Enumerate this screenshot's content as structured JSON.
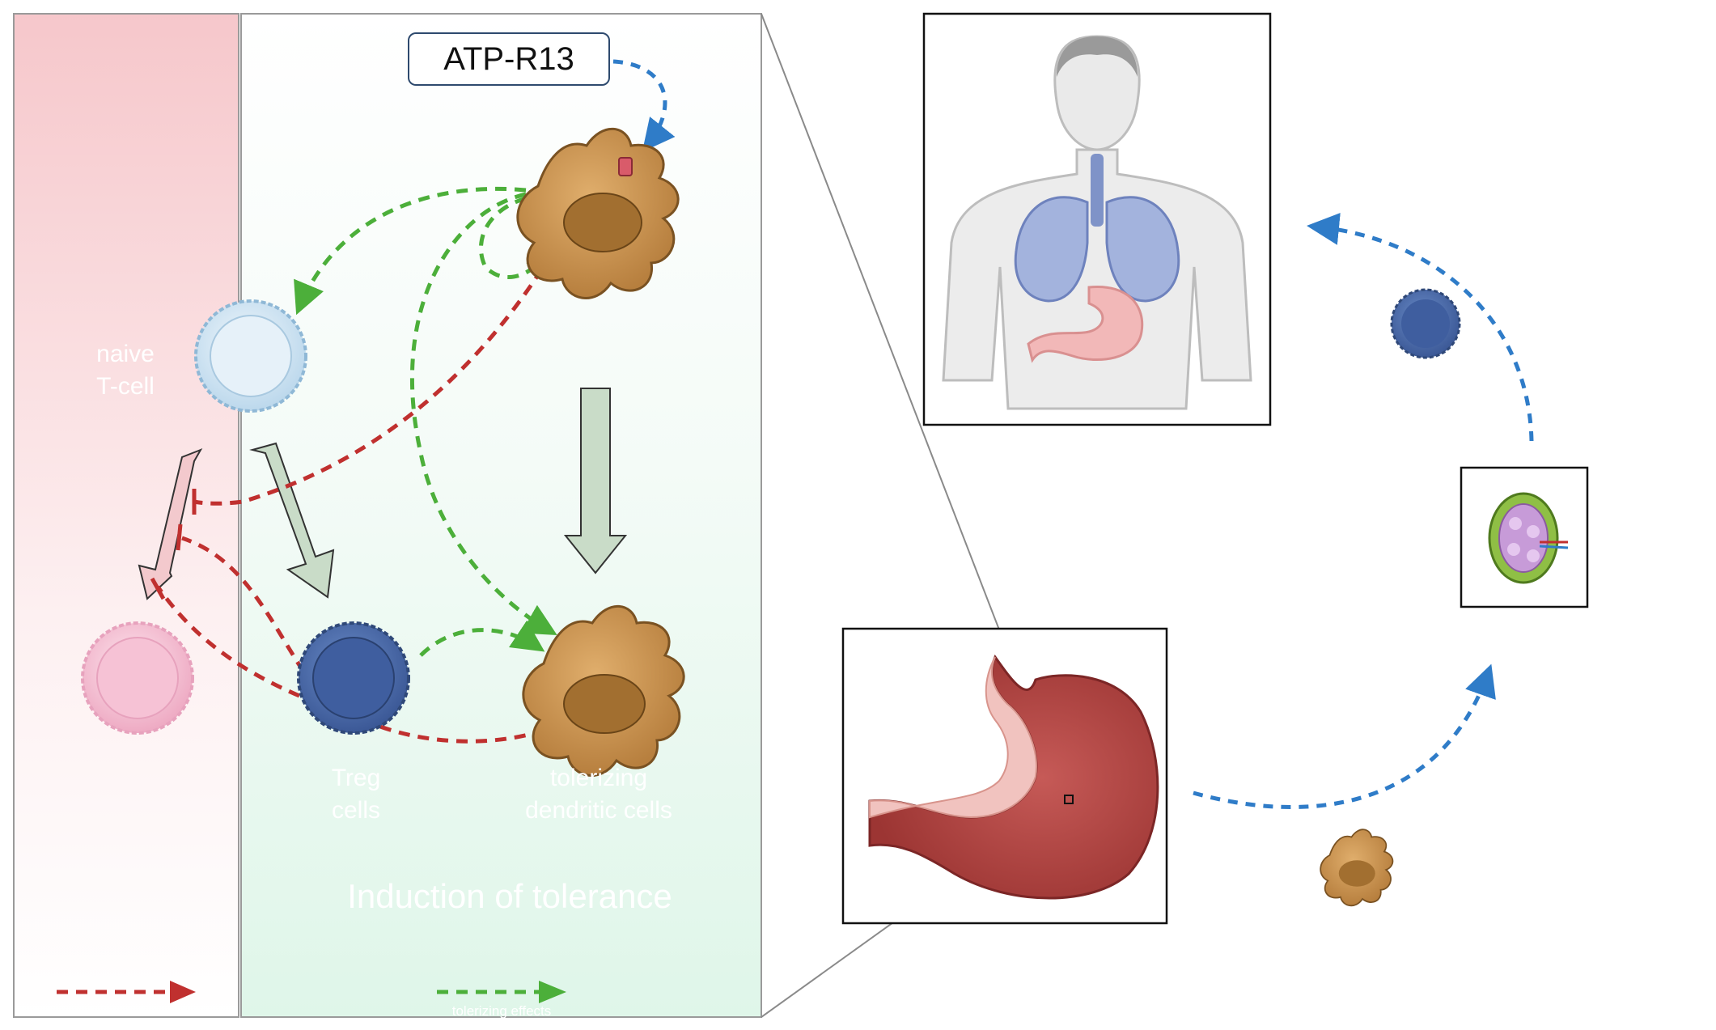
{
  "atp_label": "ATP-R13",
  "labels": {
    "naive_line1": "naive",
    "naive_line2": "T-cell",
    "treg_line1": "Treg",
    "treg_line2": "cells",
    "tdc_line1": "tolerizing",
    "tdc_line2": "dendritic cells",
    "induction": "Induction of tolerance",
    "legend_green": "tolerizing effects"
  },
  "colors": {
    "red_arrow": "#c0302f",
    "green_arrow": "#4caf3a",
    "blue_arrow": "#2f7cc8",
    "left_panel_top": "#f7c9cc",
    "right_panel_bottom": "#e4f8ec",
    "block_arrow_green": "#c9dcc8",
    "block_arrow_pink": "#f3c9cd",
    "dendritic_cell": "#c9924e",
    "treg_cell": "#4a6aa8",
    "naive_cell": "#d6e8f4",
    "effector_cell": "#f4c3d4",
    "stomach": "#b84a48",
    "lymph_node": "#8fbf45"
  },
  "icons": [
    "dendritic-cell-icon",
    "treg-cell-icon",
    "naive-t-cell-icon",
    "effector-t-cell-icon",
    "human-body-icon",
    "lungs-icon",
    "stomach-icon",
    "lymph-node-icon"
  ]
}
